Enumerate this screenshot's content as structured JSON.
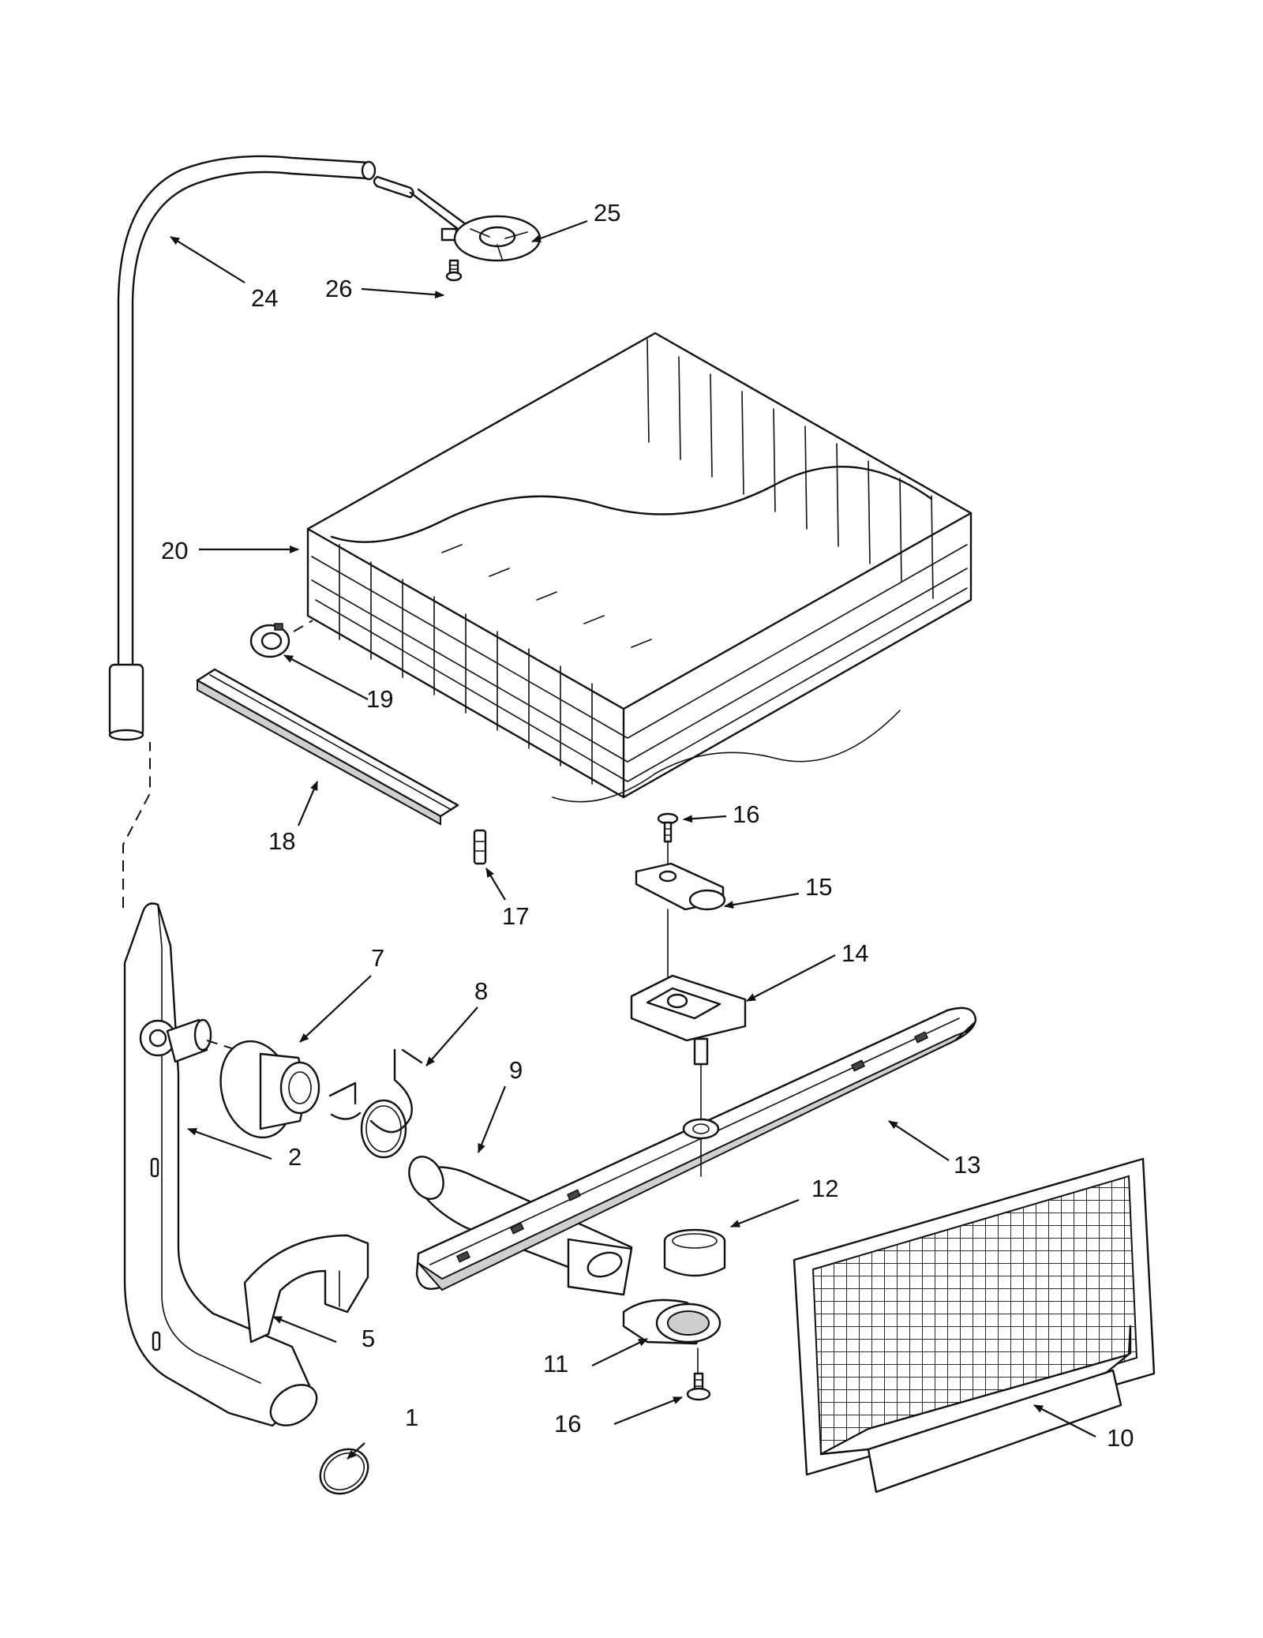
{
  "diagram": {
    "callouts": [
      {
        "id": "c1",
        "text": "1"
      },
      {
        "id": "c2",
        "text": "2"
      },
      {
        "id": "c5",
        "text": "5"
      },
      {
        "id": "c7",
        "text": "7"
      },
      {
        "id": "c8",
        "text": "8"
      },
      {
        "id": "c9",
        "text": "9"
      },
      {
        "id": "c10",
        "text": "10"
      },
      {
        "id": "c11",
        "text": "11"
      },
      {
        "id": "c12",
        "text": "12"
      },
      {
        "id": "c13",
        "text": "13"
      },
      {
        "id": "c14",
        "text": "14"
      },
      {
        "id": "c15",
        "text": "15"
      },
      {
        "id": "c16a",
        "text": "16"
      },
      {
        "id": "c16b",
        "text": "16"
      },
      {
        "id": "c17",
        "text": "17"
      },
      {
        "id": "c18",
        "text": "18"
      },
      {
        "id": "c19",
        "text": "19"
      },
      {
        "id": "c20",
        "text": "20"
      },
      {
        "id": "c24",
        "text": "24"
      },
      {
        "id": "c25",
        "text": "25"
      },
      {
        "id": "c26",
        "text": "26"
      }
    ]
  }
}
